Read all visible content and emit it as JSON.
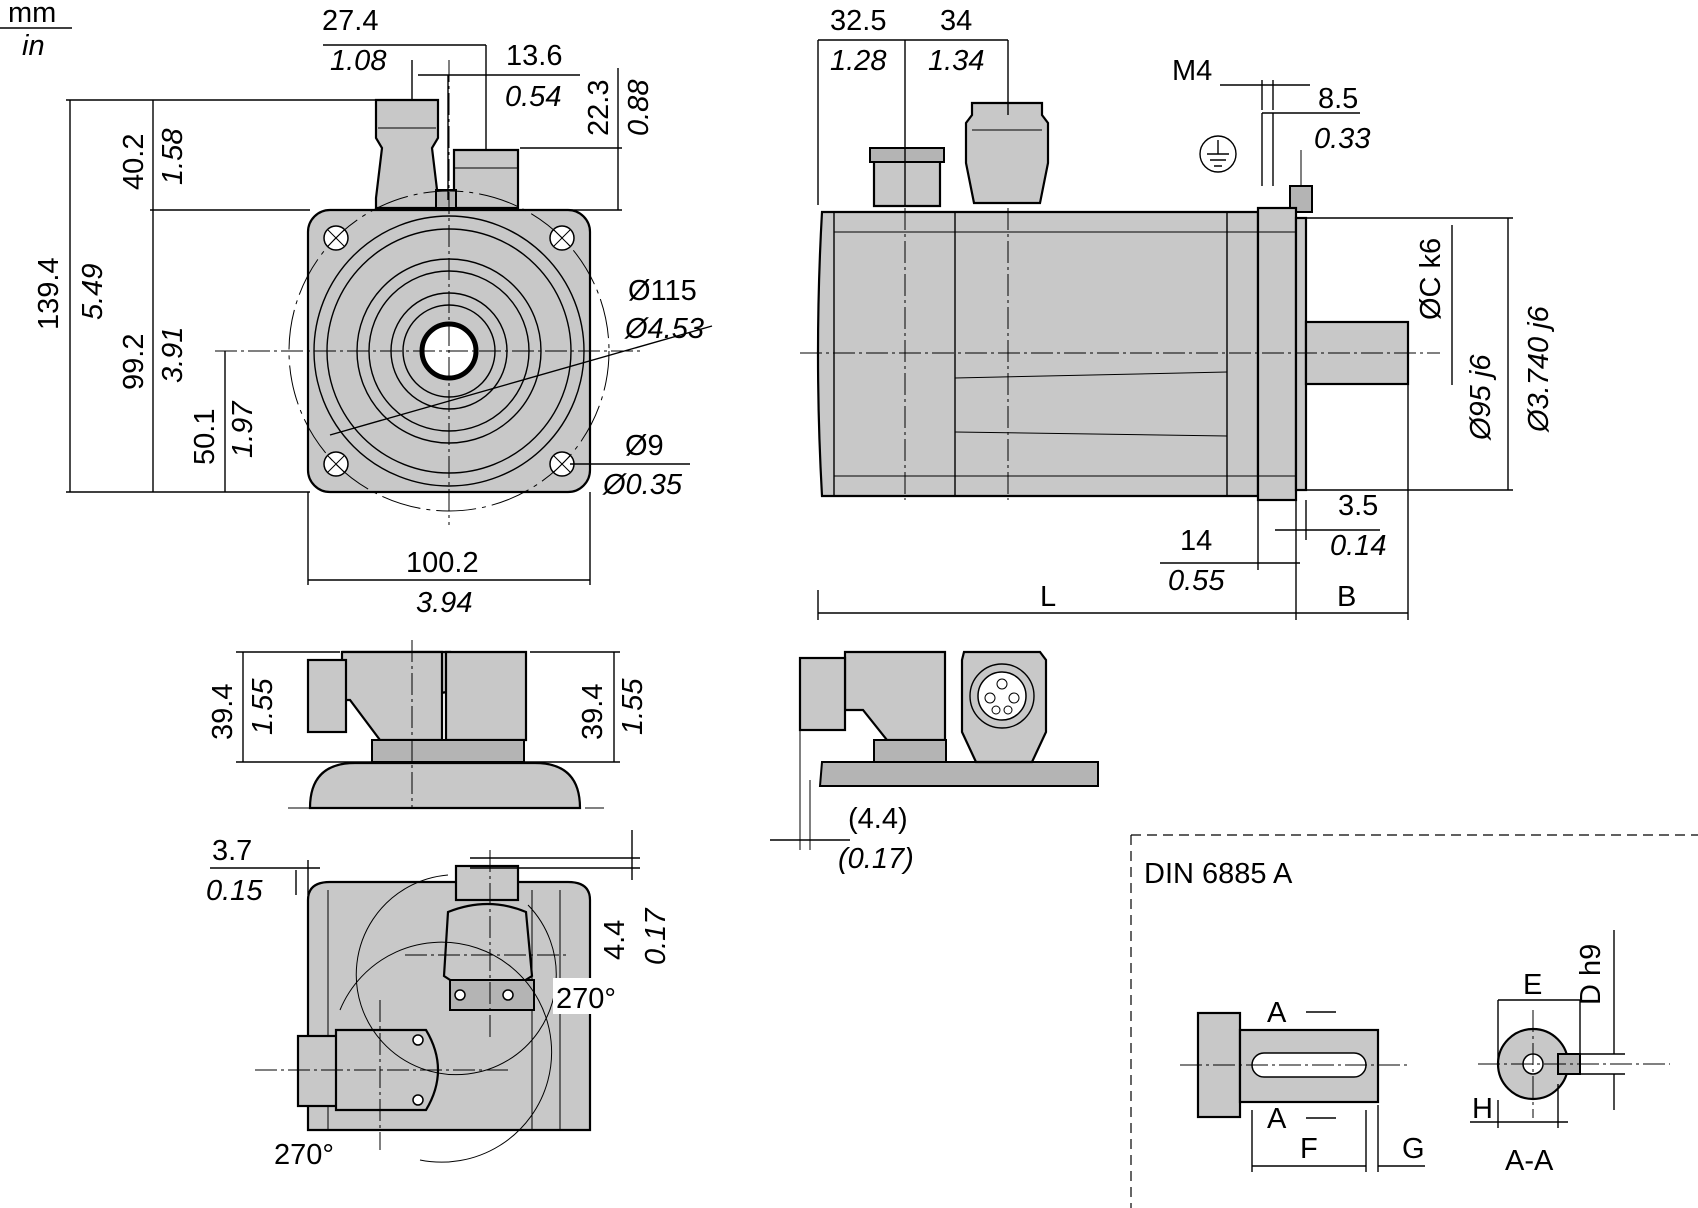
{
  "units": {
    "primary": "mm",
    "secondary": "in"
  },
  "front_view": {
    "d_27_4": "27.4",
    "d_1_08": "1.08",
    "d_13_6": "13.6",
    "d_0_54": "0.54",
    "d_22_3": "22.3",
    "d_0_88": "0.88",
    "d_139_4": "139.4",
    "d_5_49": "5.49",
    "d_40_2": "40.2",
    "d_1_58": "1.58",
    "d_99_2": "99.2",
    "d_3_91": "3.91",
    "d_50_1": "50.1",
    "d_1_97": "1.97",
    "d_115": "Ø115",
    "d_4_53": "Ø4.53",
    "d_9": "Ø9",
    "d_0_35": "Ø0.35",
    "d_100_2": "100.2",
    "d_3_94": "3.94"
  },
  "side_view": {
    "d_32_5": "32.5",
    "d_1_28": "1.28",
    "d_34": "34",
    "d_1_34": "1.34",
    "m4": "M4",
    "d_8_5": "8.5",
    "d_0_33": "0.33",
    "oc_k6": "ØC k6",
    "d_95_j6": "Ø95 j6",
    "d_3_740_j6": "Ø3.740 j6",
    "d_3_5": "3.5",
    "d_0_14": "0.14",
    "d_14": "14",
    "d_0_55": "0.55",
    "L": "L",
    "B": "B"
  },
  "connector_view": {
    "d_39_4_left": "39.4",
    "d_1_55_left": "1.55",
    "d_39_4_right": "39.4",
    "d_1_55_right": "1.55",
    "d_4_4": "(4.4)",
    "d_0_17": "(0.17)"
  },
  "top_view": {
    "d_3_7": "3.7",
    "d_0_15": "0.15",
    "d_4_4": "4.4",
    "d_0_17": "0.17",
    "rot_1": "270°",
    "rot_2": "270°"
  },
  "key_detail": {
    "title": "DIN 6885 A",
    "A_top": "A",
    "A_bottom": "A",
    "F": "F",
    "G": "G",
    "E": "E",
    "D_h9": "D h9",
    "H": "H",
    "section": "A-A"
  }
}
